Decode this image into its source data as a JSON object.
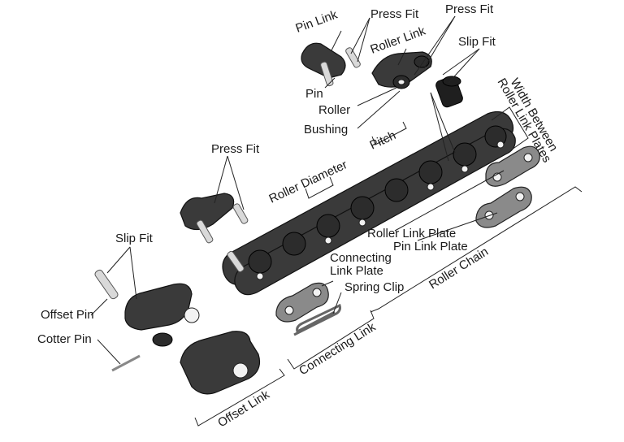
{
  "labels": {
    "pin_link": "Pin Link",
    "press_fit_top_left": "Press Fit",
    "press_fit_top_right": "Press Fit",
    "roller_link": "Roller Link",
    "slip_fit_top": "Slip Fit",
    "pin": "Pin",
    "roller": "Roller",
    "bushing": "Bushing",
    "width_between_line1": "Width Between",
    "width_between_line2": "Roller Link Plates",
    "pitch": "Pitch",
    "press_fit_mid": "Press Fit",
    "roller_diameter": "Roller Diameter",
    "slip_fit_left": "Slip Fit",
    "roller_link_plate": "Roller Link Plate",
    "pin_link_plate": "Pin Link Plate",
    "connecting_link_plate_line1": "Connecting",
    "connecting_link_plate_line2": "Link Plate",
    "spring_clip": "Spring Clip",
    "roller_chain": "Roller Chain",
    "offset_pin": "Offset Pin",
    "cotter_pin": "Cotter Pin",
    "connecting_link": "Connecting Link",
    "offset_link": "Offset Link"
  }
}
